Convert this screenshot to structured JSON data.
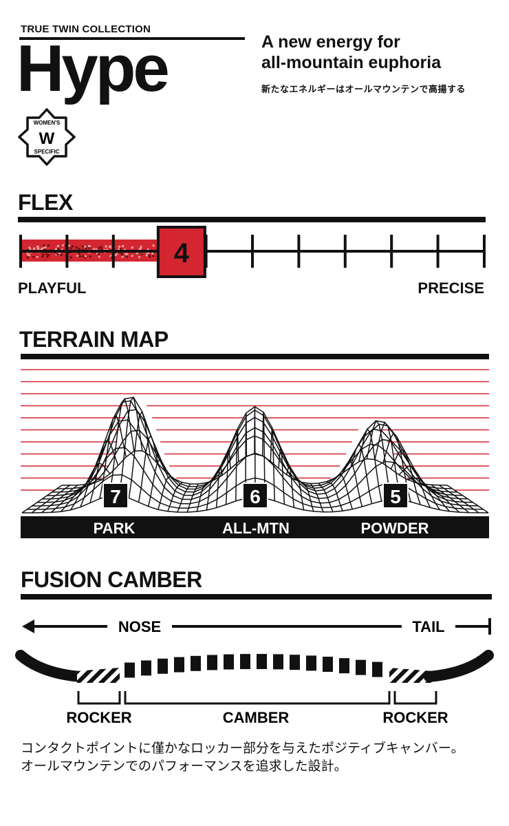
{
  "header": {
    "collection": "TRUE TWIN COLLECTION",
    "model": "Hype",
    "tagline_line1": "A new energy for",
    "tagline_line2": "all-mountain euphoria",
    "tagline_jp": "新たなエネルギーはオールマウンテンで高揚する",
    "badge": {
      "top": "WOMEN'S",
      "letter": "W",
      "bottom": "SPECIFIC"
    }
  },
  "flex": {
    "title": "FLEX",
    "value": 4,
    "scale_max": 10,
    "value_label": "4",
    "left_label": "PLAYFUL",
    "right_label": "PRECISE"
  },
  "terrain": {
    "title": "TERRAIN MAP",
    "items": [
      {
        "name": "PARK",
        "score": "7"
      },
      {
        "name": "ALL-MTN",
        "score": "6"
      },
      {
        "name": "POWDER",
        "score": "5"
      }
    ]
  },
  "camber": {
    "title": "FUSION CAMBER",
    "nose_label": "NOSE",
    "tail_label": "TAIL",
    "zones": [
      "ROCKER",
      "CAMBER",
      "ROCKER"
    ],
    "description_line1": "コンタクトポイントに僅かなロッカー部分を与えたポジティブキャンバー。",
    "description_line2": "オールマウンテンでのパフォーマンスを追求した設計。"
  },
  "colors": {
    "accent_red": "#d32630",
    "ink": "#111111",
    "background": "#ffffff"
  }
}
